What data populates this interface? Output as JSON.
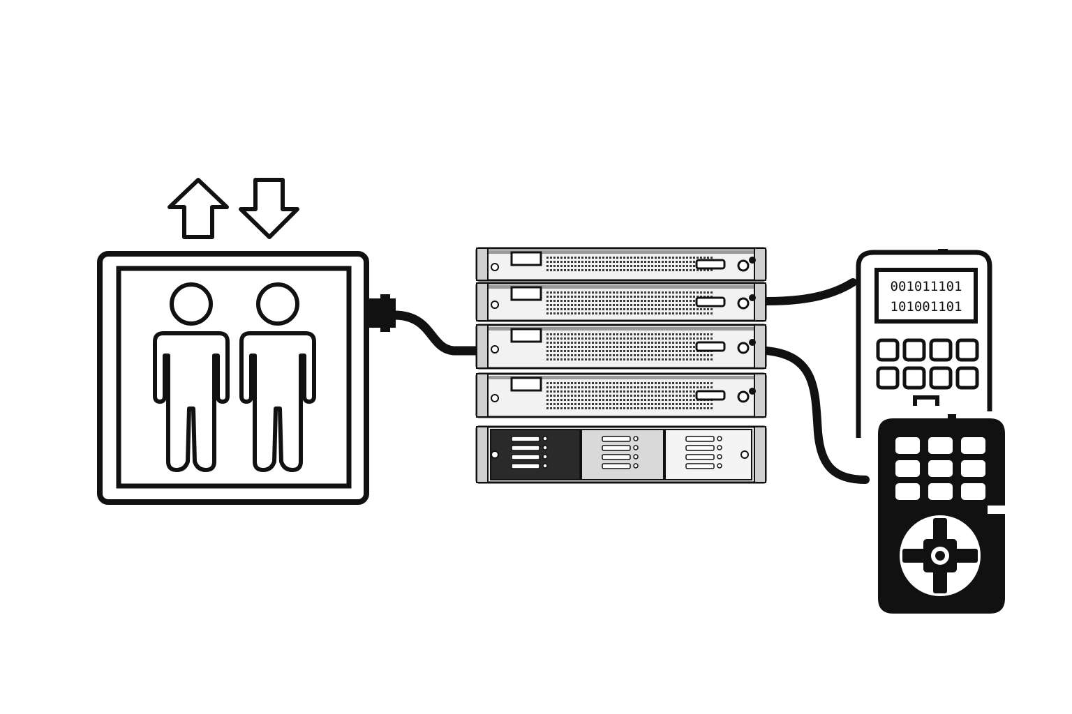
{
  "diagram": {
    "elevator": {
      "icon": "elevator-icon",
      "arrows": [
        "up-arrow-icon",
        "down-arrow-icon"
      ],
      "passengers": 2
    },
    "server_rack": {
      "icon": "server-rack-icon",
      "units": 5
    },
    "keypad_terminal": {
      "icon": "keypad-terminal-icon",
      "display_lines": [
        "001011101",
        "101001101"
      ],
      "keys": 8
    },
    "remote_controller": {
      "icon": "remote-controller-icon",
      "keys": 9,
      "dpad": "dpad-icon"
    },
    "connections": [
      {
        "from": "elevator",
        "to": "server_rack"
      },
      {
        "from": "server_rack",
        "to": "keypad_terminal"
      },
      {
        "from": "server_rack",
        "to": "remote_controller"
      }
    ]
  },
  "colors": {
    "ink": "#111111",
    "background": "#ffffff",
    "panel_dark": "#2a2a2a",
    "panel_light": "#d9d9d9"
  }
}
